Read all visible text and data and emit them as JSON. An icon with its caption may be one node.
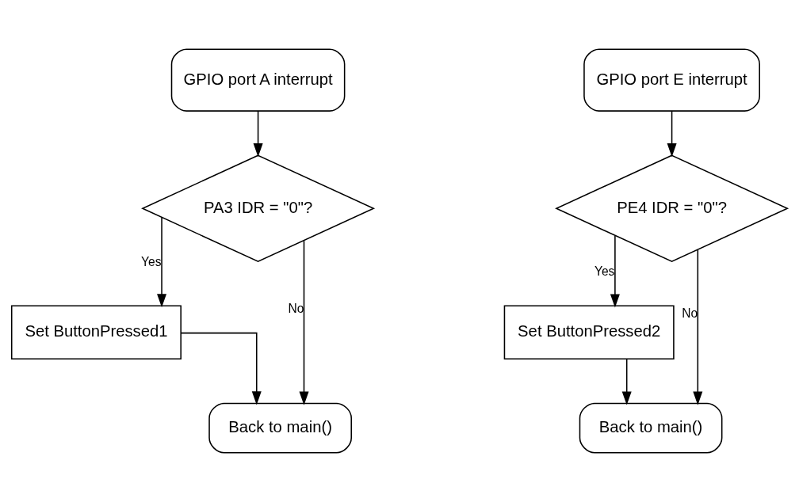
{
  "diagram": {
    "nodes": [
      {
        "text": [
          "GPIO port A interrupt"
        ]
      },
      {
        "text": [
          "PA3 IDR = \"0\"?"
        ]
      },
      {
        "text": [
          "Set ButtonPressed1"
        ]
      },
      {
        "text": [
          "Back to main()"
        ]
      },
      {
        "text": [
          "GPIO port E interrupt"
        ]
      },
      {
        "text": [
          "PE4 IDR = \"0\"?"
        ]
      },
      {
        "text": [
          "Set ButtonPressed2"
        ]
      },
      {
        "text": [
          "Back to main()"
        ]
      }
    ],
    "edges": [
      {
        "from": 0,
        "to": 1,
        "arrow": "to"
      },
      {
        "from": 1,
        "to": 2,
        "arrow": "to",
        "label": "Yes"
      },
      {
        "from": 1,
        "to": 3,
        "arrow": "to",
        "label": "No"
      },
      {
        "from": 2,
        "to": 3,
        "arrow": "to"
      },
      {
        "from": 4,
        "to": 5,
        "arrow": "to"
      },
      {
        "from": 5,
        "to": 6,
        "arrow": "to",
        "label": "Yes"
      },
      {
        "from": 5,
        "to": 7,
        "arrow": "to",
        "label": "No"
      },
      {
        "from": 6,
        "to": 7,
        "arrow": "to"
      }
    ]
  }
}
